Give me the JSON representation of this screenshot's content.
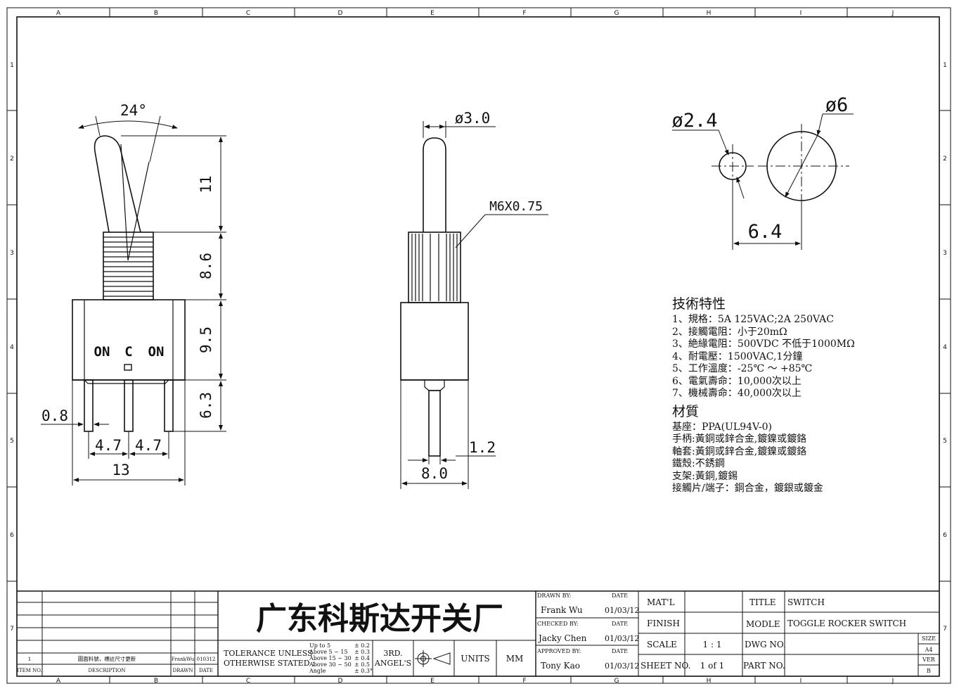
{
  "grid": {
    "cols": [
      "A",
      "B",
      "C",
      "D",
      "E",
      "F",
      "G",
      "H",
      "I",
      "J"
    ],
    "rows": [
      "1",
      "2",
      "3",
      "4",
      "5",
      "6",
      "7"
    ]
  },
  "dims": {
    "angle": "24°",
    "lever_h": "11",
    "bushing_h": "8.6",
    "body_h": "9.5",
    "pin_h": "6.3",
    "pin_w": "0.8",
    "pitch_left": "4.7",
    "pitch_right": "4.7",
    "width": "13",
    "lever_dia": "ø3.0",
    "thread": "M6X0.75",
    "pin_t": "1.2",
    "side_w": "8.0",
    "hole_small": "ø2.4",
    "hole_big": "ø6",
    "hole_pitch": "6.4"
  },
  "labels": {
    "on_left": "ON",
    "center": "C",
    "on_right": "ON"
  },
  "specs": {
    "title": "技術特性",
    "items": [
      "1、規格：5A 125VAC;2A 250VAC",
      "2、接觸電阻：小于20mΩ",
      "3、絶緣電阻：500VDC 不低于1000MΩ",
      "4、耐電壓：1500VAC,1分鐘",
      "5、工作溫度：-25℃ ～ +85℃",
      "6、電氣壽命：10,000次以上",
      "7、機械壽命：40,000次以上"
    ],
    "material_title": "材質",
    "materials": [
      "基座：PPA(UL94V-0)",
      "手柄:黃銅或鋅合金,鍍鎳或鍍鉻",
      "軸套:黃銅或鋅合金,鍍鎳或鍍鉻",
      "鐵殼:不銹鋼",
      "支架:黃銅,鍍錫",
      "接觸片/端子：銅合金，鍍銀或鍍金"
    ]
  },
  "revision": {
    "item_no": "1",
    "description": "圖面料號，標註尺寸更新",
    "drawn": "FrankWu",
    "date": "010312",
    "hdr_item": "ITEM NO.",
    "hdr_desc": "DESCRIPTION",
    "hdr_drawn": "DRAWN",
    "hdr_date": "DATE"
  },
  "company": "广东科斯达开关厂",
  "tolerance": {
    "line1": "TOLERANCE UNLESS",
    "line2": "OTHERWISE STATED :",
    "ranges": [
      "Up  to  5",
      "Above 5  ~ 15",
      "Above 15 ~ 30",
      "Above 30 ~ 50",
      "Angle"
    ],
    "values": [
      "± 0.2",
      "± 0.3",
      "± 0.4",
      "± 0.5",
      "± 0.3°"
    ]
  },
  "projection": {
    "line1": "3RD.",
    "line2": "ANGEL'S"
  },
  "units": {
    "label": "UNITS",
    "value": "MM"
  },
  "people": {
    "drawn_by": "DRAWN BY:",
    "drawn_name": "Frank Wu",
    "checked_by": "CHECKED BY:",
    "checked_name": "Jacky Chen",
    "approved_by": "APPROVED BY:",
    "approved_name": "Tony Kao",
    "date_label": "DATE",
    "date_val": "01/03/12"
  },
  "props": {
    "matl": "MAT'L",
    "finish": "FINISH",
    "scale": "SCALE",
    "scale_val": "1 : 1",
    "sheet": "SHEET NO.",
    "sheet_val": "1 of 1"
  },
  "title_block": {
    "title_label": "TITLE",
    "title_val": "SWITCH",
    "model_label": "MODLE",
    "model_val": "TOGGLE ROCKER SWITCH",
    "dwg_label": "DWG NO.",
    "part_label": "PART NO.",
    "size_label": "SIZE",
    "size_val": "A4",
    "ver_label": "VER",
    "ver_val": "B"
  }
}
